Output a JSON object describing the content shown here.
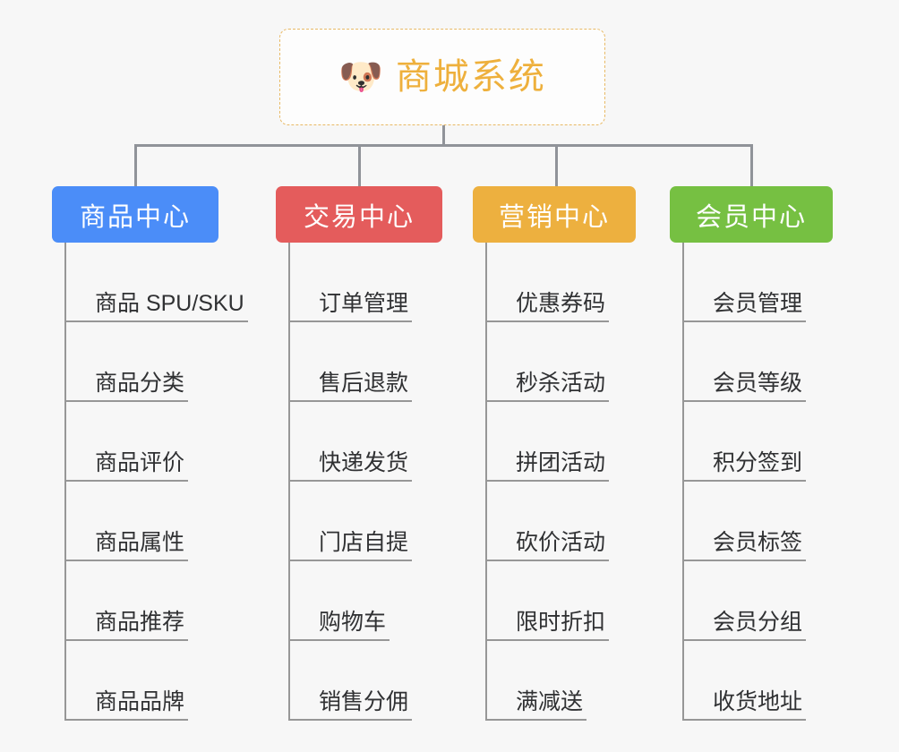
{
  "root": {
    "icon": "dog-face-icon",
    "icon_glyph": "🐶",
    "title": "商城系统",
    "border_color": "#e8b964",
    "text_color": "#eeb03c"
  },
  "connector_color": "#909399",
  "background_color": "#f7f7f7",
  "columns": [
    {
      "id": "product-center",
      "label": "商品中心",
      "color": "#4b8df8",
      "items": [
        "商品 SPU/SKU",
        "商品分类",
        "商品评价",
        "商品属性",
        "商品推荐",
        "商品品牌"
      ]
    },
    {
      "id": "trade-center",
      "label": "交易中心",
      "color": "#e45c5c",
      "items": [
        "订单管理",
        "售后退款",
        "快递发货",
        "门店自提",
        "购物车",
        "销售分佣"
      ]
    },
    {
      "id": "marketing-center",
      "label": "营销中心",
      "color": "#edb03f",
      "items": [
        "优惠券码",
        "秒杀活动",
        "拼团活动",
        "砍价活动",
        "限时折扣",
        "满减送"
      ]
    },
    {
      "id": "member-center",
      "label": "会员中心",
      "color": "#76c042",
      "items": [
        "会员管理",
        "会员等级",
        "积分签到",
        "会员标签",
        "会员分组",
        "收货地址"
      ]
    }
  ]
}
